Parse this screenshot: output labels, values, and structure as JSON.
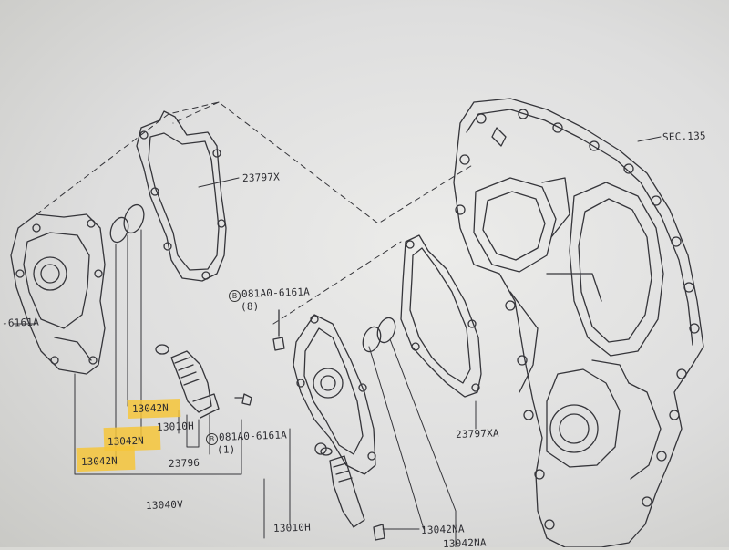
{
  "labels": {
    "sec135": "SEC.135",
    "gasket_x": "23797X",
    "bolt_a_code": "081A0-6161A",
    "bolt_a_qty": "(8)",
    "bolt_left": "-6161A",
    "seal_n_1": "13042N",
    "seal_n_2": "13042N",
    "seal_n_3": "13042N",
    "solenoid_h_top": "13010H",
    "bolt_b_code": "081A0-6161A",
    "bolt_b_qty": "(1)",
    "sensor": "23796",
    "cover_v": "13040V",
    "gasket_xa": "23797XA",
    "solenoid_h_bottom": "13010H",
    "seal_na_1": "13042NA",
    "seal_na_2": "13042NA",
    "bolt_prefix": "B"
  },
  "colors": {
    "highlight": "#f6c53a",
    "ink": "#2b2b30",
    "paper": "#e6e6e3"
  }
}
